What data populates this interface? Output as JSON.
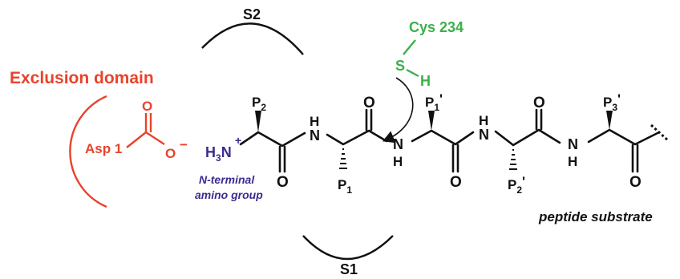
{
  "colors": {
    "exclusion": "#e8432b",
    "cys": "#3cb04a",
    "amine": "#3a2c8f",
    "ink": "#111111"
  },
  "labels": {
    "exclusion_domain": "Exclusion domain",
    "asp": "Asp 1",
    "s2": "S2",
    "s1": "S1",
    "cys": "Cys 234",
    "cys_s": "S",
    "cys_h": "H",
    "amine_h3": "H",
    "amine_sub3": "3",
    "amine_n": "N",
    "amine_plus": "+",
    "nterm_line1": "N-terminal",
    "nterm_line2": "amino group",
    "peptide_substrate": "peptide substrate",
    "carboxylate_o": "O",
    "carboxylate_ominus": "O",
    "minus": "−",
    "o": "O",
    "h": "H",
    "n": "N",
    "p2": "P",
    "p2_sub": "2",
    "p1": "P",
    "p1_sub": "1",
    "p1p": "P",
    "p1p_sub": "1",
    "p2p": "P",
    "p2p_sub": "2",
    "p3p": "P",
    "p3p_sub": "3",
    "prime": "'"
  }
}
